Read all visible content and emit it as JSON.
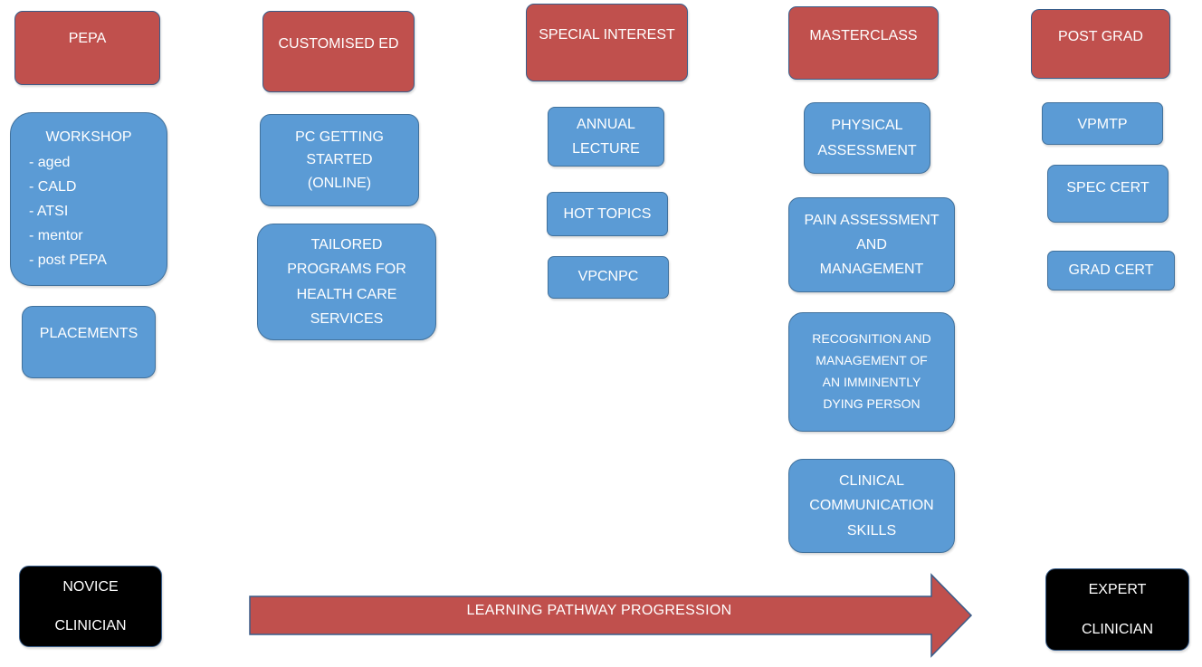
{
  "colors": {
    "category_fill": "#C0504D",
    "category_border": "#385D8A",
    "item_fill": "#5B9BD5",
    "item_border": "#41719C",
    "level_fill": "#000000",
    "level_border": "#385D8A",
    "arrow_fill": "#C0504D",
    "arrow_border": "#385D8A",
    "text": "#FFFFFF"
  },
  "categories": {
    "pepa": "PEPA",
    "customised_ed": "CUSTOMISED ED",
    "special_interest": "SPECIAL INTEREST",
    "masterclass": "MASTERCLASS",
    "post_grad": "POST GRAD"
  },
  "pepa": {
    "workshop_title": "WORKSHOP",
    "workshop_items": [
      "- aged",
      "- CALD",
      "- ATSI",
      "- mentor",
      "- post PEPA"
    ],
    "placements": "PLACEMENTS"
  },
  "customised_ed": {
    "pc_getting_started": [
      "PC GETTING",
      "STARTED",
      "(ONLINE)"
    ],
    "tailored_programs": [
      "TAILORED",
      "PROGRAMS FOR",
      "HEALTH CARE",
      "SERVICES"
    ]
  },
  "special_interest": {
    "annual_lecture": [
      "ANNUAL",
      "LECTURE"
    ],
    "hot_topics": "HOT TOPICS",
    "vpcnpc": "VPCNPC"
  },
  "masterclass": {
    "physical_assessment": [
      "PHYSICAL",
      "ASSESSMENT"
    ],
    "pain_assessment": [
      "PAIN ASSESSMENT",
      "AND",
      "MANAGEMENT"
    ],
    "recognition": [
      "RECOGNITION  AND",
      "MANAGEMENT OF",
      "AN IMMINENTLY",
      "DYING PERSON"
    ],
    "clinical_communication": [
      "CLINICAL",
      "COMMUNICATION",
      "SKILLS"
    ]
  },
  "post_grad": {
    "vpmtp": "VPMTP",
    "spec_cert": "SPEC CERT",
    "grad_cert": "GRAD CERT"
  },
  "levels": {
    "novice": [
      "NOVICE",
      "CLINICIAN"
    ],
    "expert": [
      "EXPERT",
      "CLINICIAN"
    ]
  },
  "arrow_label": "LEARNING  PATHWAY PROGRESSION"
}
